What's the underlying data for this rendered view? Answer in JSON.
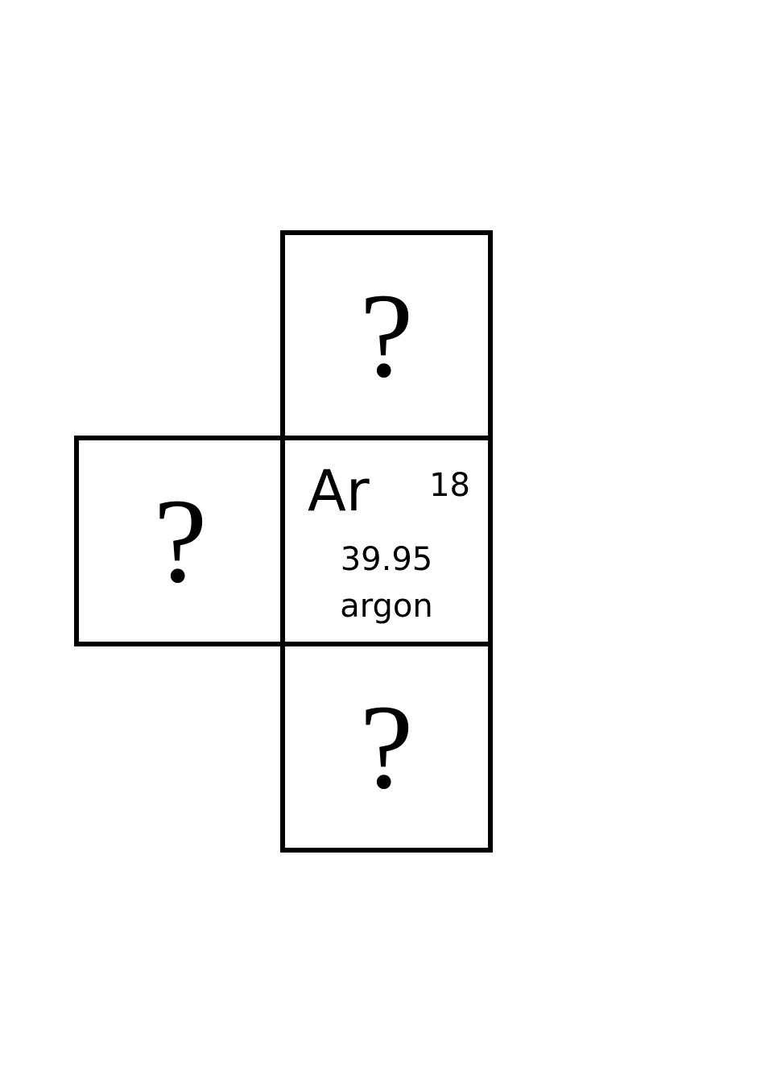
{
  "tiles": {
    "top": {
      "text": "?"
    },
    "left": {
      "text": "?"
    },
    "bottom": {
      "text": "?"
    },
    "center": {
      "symbol": "Ar",
      "atomic_number": "18",
      "atomic_mass": "39.95",
      "name": "argon"
    }
  }
}
